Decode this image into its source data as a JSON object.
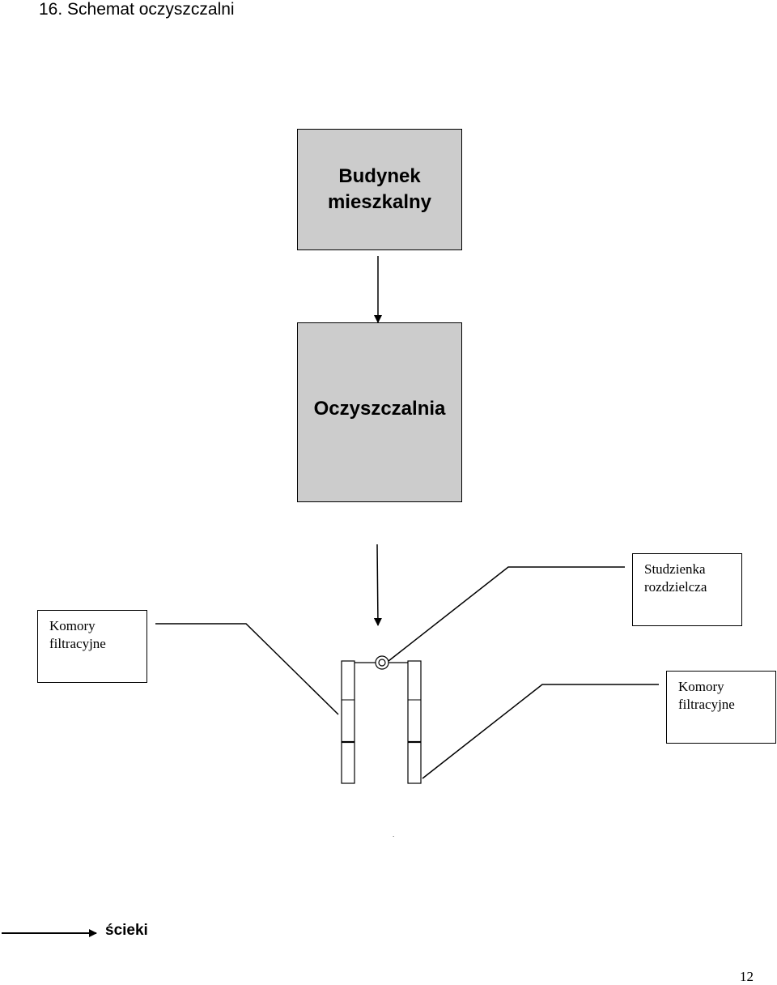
{
  "page": {
    "heading": "16. Schemat oczyszczalni",
    "page_number": "12",
    "dot": "."
  },
  "diagram": {
    "building": {
      "line1": "Budynek",
      "line2": "mieszkalny"
    },
    "treatment_plant": {
      "label": "Oczyszczalnia"
    },
    "distribution_well": {
      "line1": "Studzienka",
      "line2": "rozdzielcza"
    },
    "filter_chambers_left": {
      "line1": "Komory",
      "line2": "filtracyjne"
    },
    "filter_chambers_right": {
      "line1": "Komory",
      "line2": "filtracyjne"
    }
  },
  "legend": {
    "arrow_label": "ścieki"
  },
  "colors": {
    "box_fill": "#cccccc",
    "stroke": "#000000"
  }
}
